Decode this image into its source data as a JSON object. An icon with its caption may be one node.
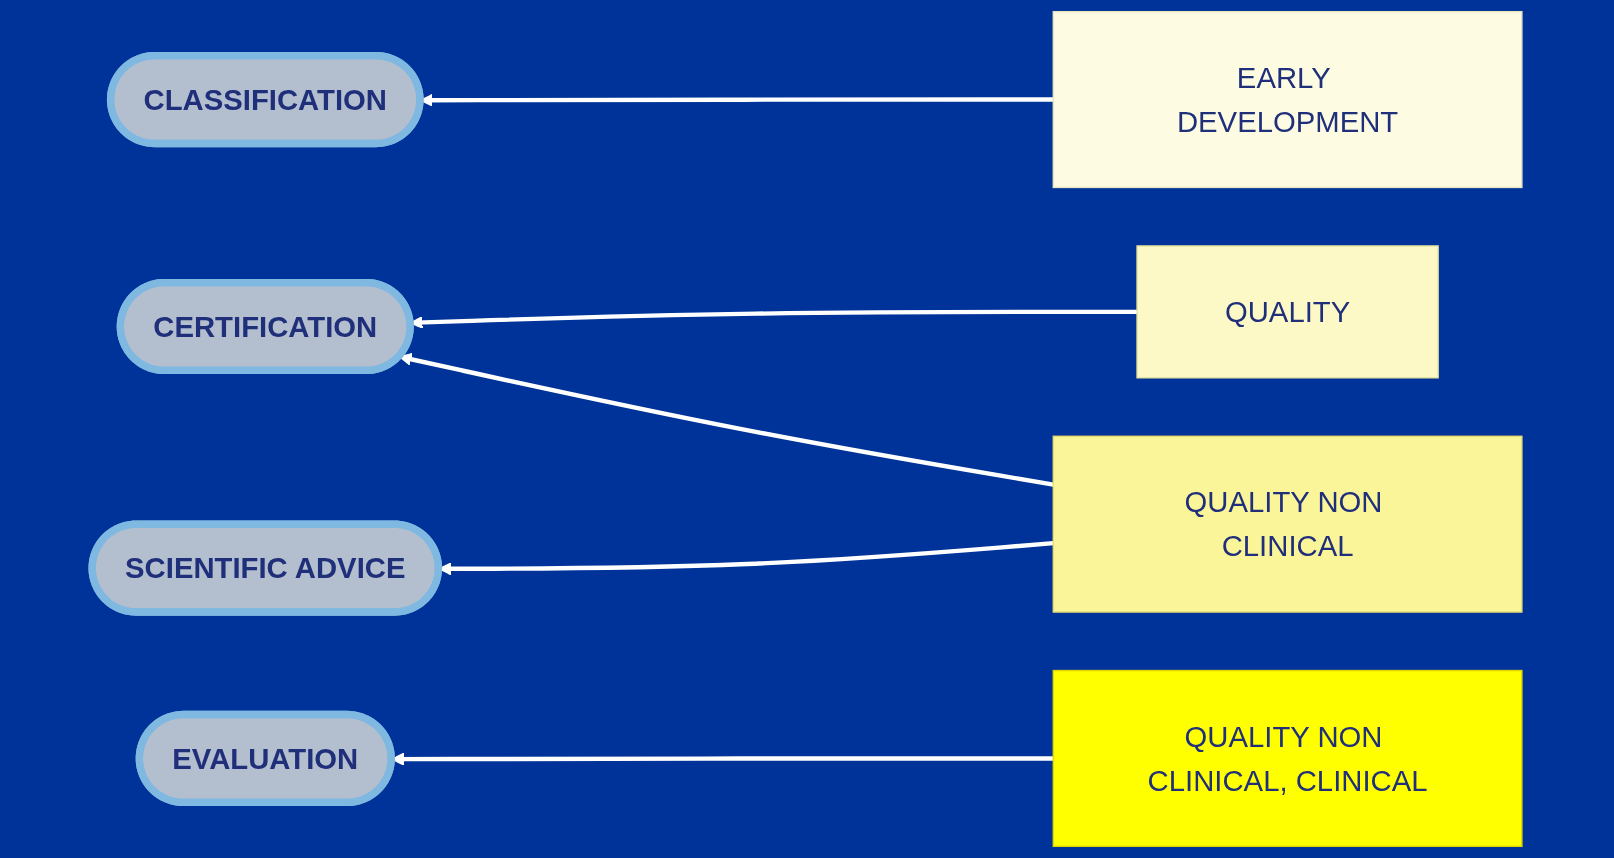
{
  "diagram": {
    "nodes": [
      {
        "text": [
          "CLASSIFICATION"
        ]
      },
      {
        "text": [
          "CERTIFICATION"
        ]
      },
      {
        "text": [
          "SCIENTIFIC ADVICE"
        ]
      },
      {
        "text": [
          "EVALUATION"
        ]
      },
      {
        "text": [
          "EARLY DEVELOPMENT"
        ]
      },
      {
        "text": [
          "QUALITY"
        ]
      },
      {
        "text": [
          "QUALITY NON CLINICAL"
        ]
      },
      {
        "text": [
          "QUALITY NON CLINICAL, CLINICAL"
        ]
      }
    ],
    "edges": [
      {
        "from": 4,
        "to": 0,
        "arrow": "to"
      },
      {
        "from": 5,
        "to": 1,
        "arrow": "to"
      },
      {
        "from": 6,
        "to": 1,
        "arrow": "to"
      },
      {
        "from": 6,
        "to": 2,
        "arrow": "to"
      },
      {
        "from": 7,
        "to": 3,
        "arrow": "to"
      }
    ]
  }
}
